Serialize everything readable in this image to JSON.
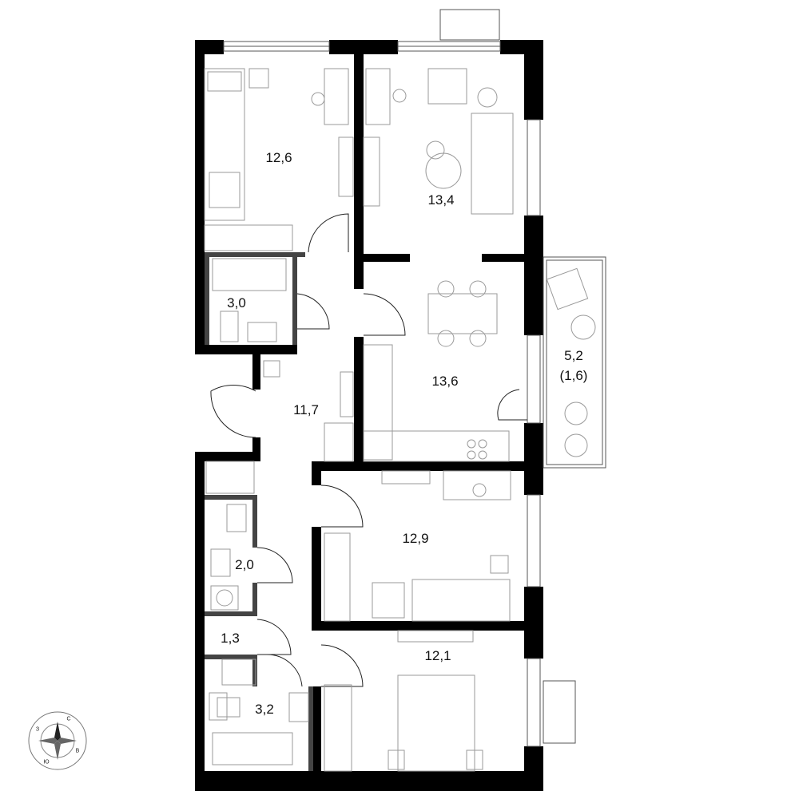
{
  "rooms": [
    {
      "id": "bedroom-top-left",
      "area": "12,6"
    },
    {
      "id": "living-room",
      "area": "13,4"
    },
    {
      "id": "bathroom-top",
      "area": "3,0"
    },
    {
      "id": "balcony",
      "area": "5,2",
      "area_reduced": "(1,6)"
    },
    {
      "id": "kitchen",
      "area": "13,6"
    },
    {
      "id": "hallway",
      "area": "11,7"
    },
    {
      "id": "bedroom-middle",
      "area": "12,9"
    },
    {
      "id": "toilet",
      "area": "2,0"
    },
    {
      "id": "storage",
      "area": "1,3"
    },
    {
      "id": "bedroom-bottom",
      "area": "12,1"
    },
    {
      "id": "bathroom-bottom",
      "area": "3,2"
    }
  ],
  "compass": {
    "north": "С",
    "east": "В",
    "south": "Ю",
    "west": "З"
  },
  "colors": {
    "wall": "#000000",
    "furniture": "#9a9a9a",
    "background": "#ffffff"
  }
}
